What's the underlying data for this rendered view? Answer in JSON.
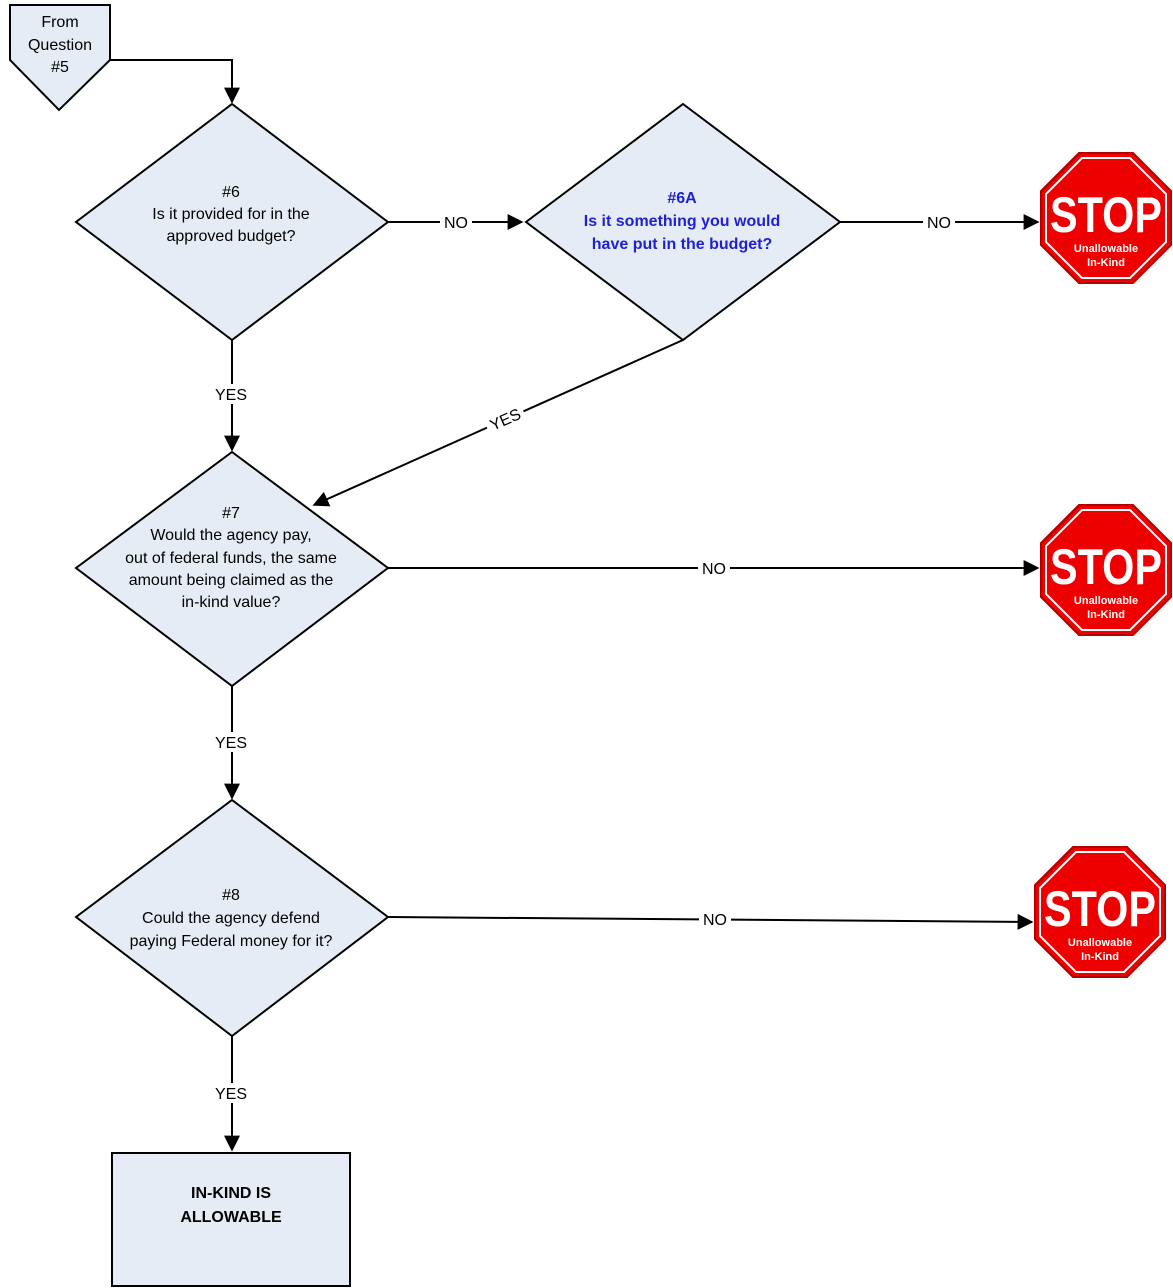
{
  "start": {
    "lines": [
      "From",
      "Question",
      "#5"
    ]
  },
  "q6": {
    "lines": [
      "#6",
      "Is it provided for in the",
      "approved budget?"
    ]
  },
  "q6a": {
    "lines": [
      "#6A",
      "Is it something you would",
      "have put in the budget?"
    ],
    "color": "#1f1fd6"
  },
  "q7": {
    "lines": [
      "#7",
      "Would the agency pay,",
      "out of federal funds, the same",
      "amount being claimed as the",
      "in-kind value?"
    ]
  },
  "q8": {
    "lines": [
      "#8",
      "Could the agency defend",
      "paying Federal money for it?"
    ]
  },
  "result": {
    "lines": [
      "IN-KIND IS",
      "ALLOWABLE"
    ]
  },
  "stop": {
    "word": "STOP",
    "sub1": "Unallowable",
    "sub2": "In-Kind",
    "color": "#ee0000"
  },
  "edges": {
    "q6_no": "NO",
    "q6a_no": "NO",
    "q6_yes": "YES",
    "q6a_yes": "YES",
    "q7_no": "NO",
    "q7_yes": "YES",
    "q8_no": "NO",
    "q8_yes": "YES"
  },
  "colors": {
    "node_fill": "#e5ecf6",
    "stop_red": "#ee0000",
    "text_blue": "#1f1fd6"
  }
}
